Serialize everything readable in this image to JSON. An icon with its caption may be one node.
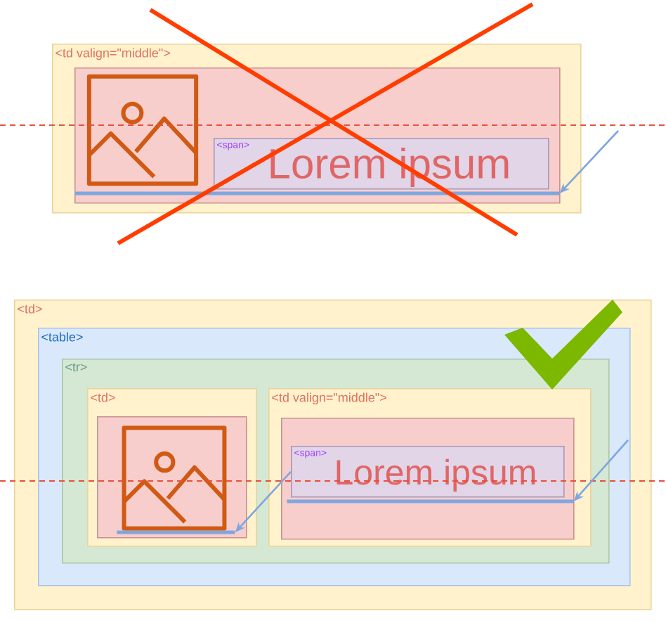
{
  "diagram": {
    "nodes": [
      {
        "text": [
          "<td valign=\"middle\">"
        ]
      },
      {
        "text": [],
        "shape": "box",
        "in": 0
      },
      {
        "text": [
          "<span>",
          "Lorem ipsum"
        ],
        "in": 1
      },
      {
        "text": [],
        "shape": "bar",
        "in": 1
      },
      {
        "text": [
          "<td>"
        ]
      },
      {
        "text": [
          "<table>"
        ],
        "in": 4
      },
      {
        "text": [
          "<tr>"
        ],
        "in": 5
      },
      {
        "text": [
          "<td>"
        ],
        "in": 6
      },
      {
        "text": [],
        "shape": "box",
        "in": 7
      },
      {
        "text": [],
        "shape": "bar",
        "in": 8
      },
      {
        "text": [
          "<td valign=\"middle\">"
        ],
        "in": 6
      },
      {
        "text": [],
        "shape": "box",
        "in": 10
      },
      {
        "text": [
          "<span>",
          "Lorem ipsum"
        ],
        "in": 11
      },
      {
        "text": [],
        "shape": "bar",
        "in": 11
      }
    ],
    "edges": [
      {
        "from": null,
        "to": 3,
        "arrow": "to"
      },
      {
        "from": 12,
        "to": 9,
        "arrow": "to"
      },
      {
        "from": null,
        "to": 13,
        "arrow": "to"
      }
    ]
  }
}
